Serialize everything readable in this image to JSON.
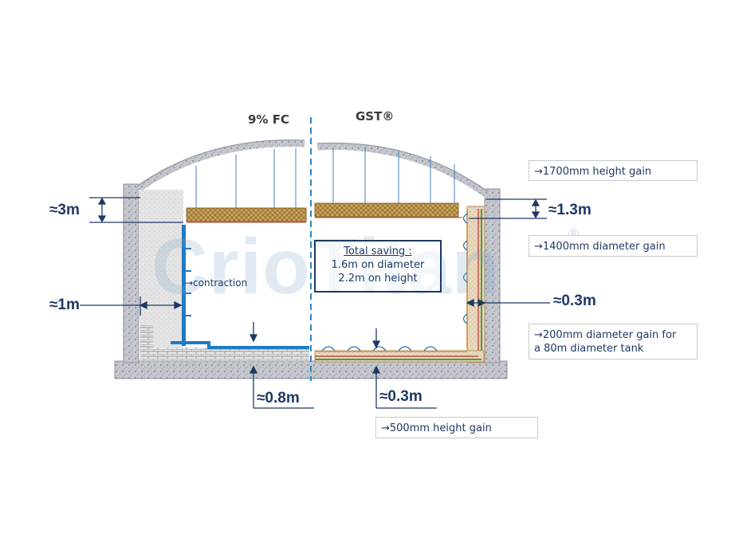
{
  "labels": {
    "left_title": "9% FC",
    "right_title": "GST®",
    "dim_3m": "≈3m",
    "dim_1_3m": "≈1.3m",
    "dim_1m": "≈1m",
    "dim_0_3m_side": "≈0.3m",
    "dim_0_8m": "≈0.8m",
    "dim_0_3m_bottom": "≈0.3m",
    "contraction": "→contraction"
  },
  "saving_box": {
    "title": "Total saving :",
    "line1": "1.6m on diameter",
    "line2": "2.2m on height"
  },
  "notes": {
    "height_gain_1700": "→1700mm height gain",
    "diameter_gain_1400": "→1400mm diameter gain",
    "diameter_gain_200_line1": "→200mm diameter gain for",
    "diameter_gain_200_line2": "a 80m diameter tank",
    "height_gain_500": "→500mm height gain"
  },
  "watermark": {
    "text": "CrioTitan",
    "mark": "®"
  },
  "colors": {
    "dark_blue": "#1f3864",
    "wall_blue": "#1f7bc4",
    "concrete": "#b8bcc4",
    "perlite": "#d9d9d9",
    "insulation_gold": "#b08a40",
    "membrane_red": "#c0504d",
    "membrane_green": "#4e9a3a"
  }
}
